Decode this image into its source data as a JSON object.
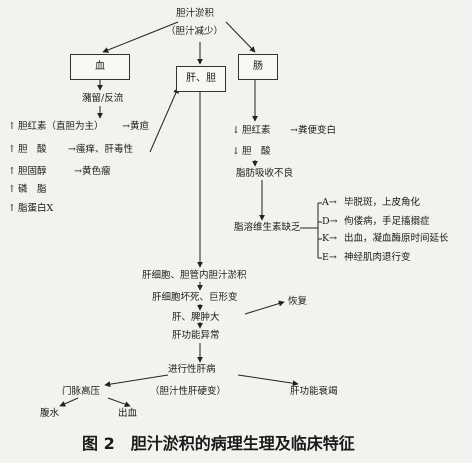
{
  "top": {
    "title": "胆汁淤积",
    "sub": "（胆汁减少）"
  },
  "boxes": {
    "blood": "血",
    "liver": "肝、胆",
    "intestine": "肠"
  },
  "left": {
    "reflux": "瀦留/反流",
    "bili": "胆红素（直胆为主）",
    "jaundice": "→黄疸",
    "acid": "胆　酸",
    "itch": "→瘙痒、肝毒性",
    "chol": "胆固醇",
    "xanth": "→黄色瘤",
    "phos": "磷　脂",
    "lpx": "脂蛋白X",
    "up": "↑"
  },
  "right": {
    "bili": "胆红素",
    "stool": "→粪便变白",
    "acid": "胆　酸",
    "fat": "脂肪吸收不良",
    "vit": "脂溶维生素缺乏",
    "down": "↓",
    "A_key": "A→",
    "A": "毕脱斑，上皮角化",
    "D_key": "D→",
    "D": "佝偻病，手足搐搦症",
    "K_key": "K→",
    "K": "出血，凝血酶原时间延长",
    "E_key": "E→",
    "E": "神经肌肉退行变"
  },
  "center": {
    "c1": "肝细胞、胆管内胆汁淤积",
    "c2": "肝细胞坏死、巨形变",
    "c3": "肝、脾肿大",
    "c4": "肝功能异常",
    "recover": "恢复",
    "progress": "进行性肝病",
    "portal": "门脉高压",
    "cirrhosis": "（胆汁性肝硬变）",
    "failure": "肝功能衰竭",
    "ascites": "腹水",
    "bleed": "出血"
  },
  "caption": "图 2　胆汁淤积的病理生理及临床特征"
}
